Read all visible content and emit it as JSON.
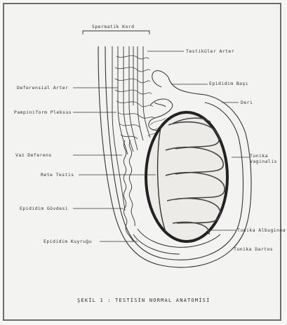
{
  "labels": {
    "spermatic_cord": "Spermatik Kord",
    "testicular_artery": "Testiküler Arter",
    "deferential_artery": "Deferensial Arter",
    "pampiniform_plexus": "Pampiniform Pleksus",
    "epididymis_head": "Epididim Başı",
    "skin": "Deri",
    "vas_deferens": "Vaz Deferens",
    "tunica_vaginalis": "Tunika Vaginalis",
    "rete_testis": "Rete Testis",
    "epididymis_body": "Epididim Gövdesi",
    "tunica_albuginea": "Tunika Albuginea",
    "epididymis_tail": "Epididim Kuyruğu",
    "scrotal_tunic": "Tunika Dartos"
  },
  "caption": "ŞEKİL 1  : TESTİSİN NORMAL ANATOMİSİ"
}
